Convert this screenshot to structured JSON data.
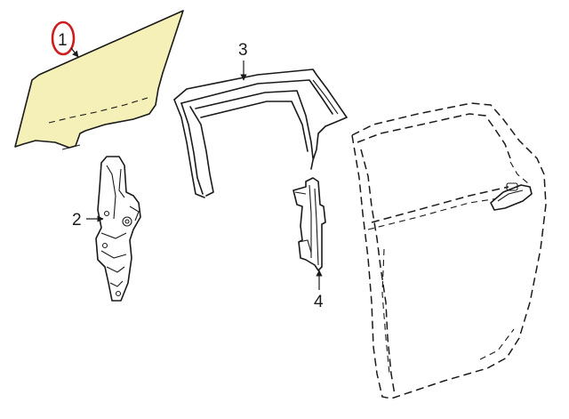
{
  "callouts": {
    "part1": "1",
    "part2": "2",
    "part3": "3",
    "part4": "4"
  },
  "colors": {
    "glass_fill": "#f5f0b8",
    "highlight_circle": "#cc1e1e",
    "line": "#1a1a1a",
    "background": "#ffffff"
  },
  "icons": {
    "highlight": "red-ellipse-icon",
    "leader": "arrowhead-icon"
  }
}
